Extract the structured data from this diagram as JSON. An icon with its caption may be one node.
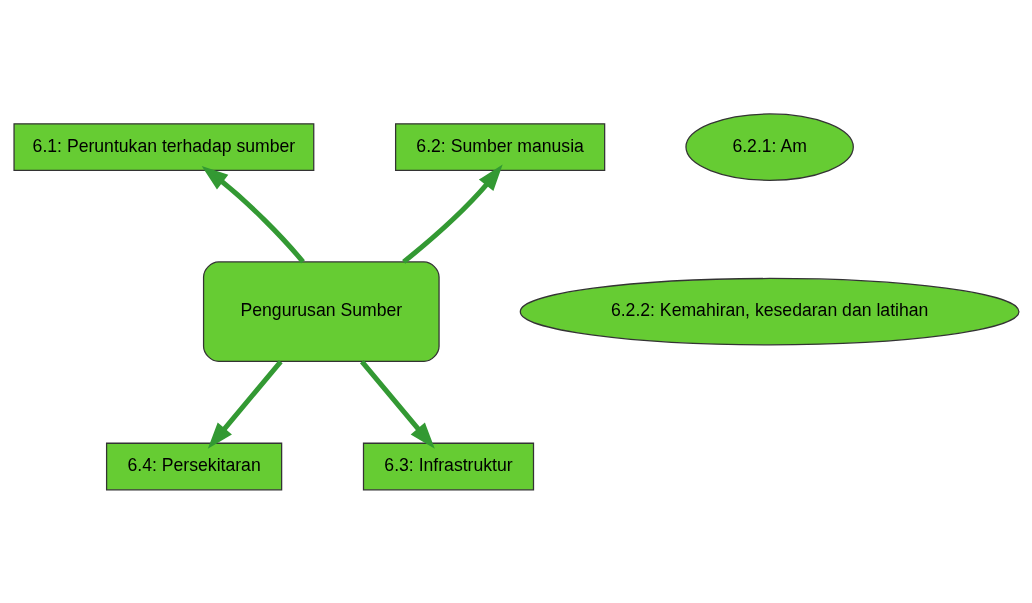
{
  "diagram": {
    "nodes": [
      {
        "text": [
          "6.1: Peruntukan terhadap sumber"
        ]
      },
      {
        "text": [
          "6.2.1: Am"
        ]
      },
      {
        "text": [
          "6.2: Sumber manusia"
        ]
      },
      {
        "text": [
          "6.2.2: Kemahiran, kesedaran dan latihan"
        ]
      },
      {
        "text": [
          "Pengurusan Sumber"
        ]
      },
      {
        "text": [
          "6.4: Persekitaran"
        ]
      },
      {
        "text": [
          "6.3: Infrastruktur"
        ]
      }
    ],
    "edges": [
      {
        "from": 4,
        "to": 0,
        "arrow": "to"
      },
      {
        "from": 4,
        "to": 2,
        "arrow": "to"
      },
      {
        "from": 4,
        "to": 5,
        "arrow": "to"
      },
      {
        "from": 4,
        "to": 6,
        "arrow": "to"
      }
    ]
  }
}
